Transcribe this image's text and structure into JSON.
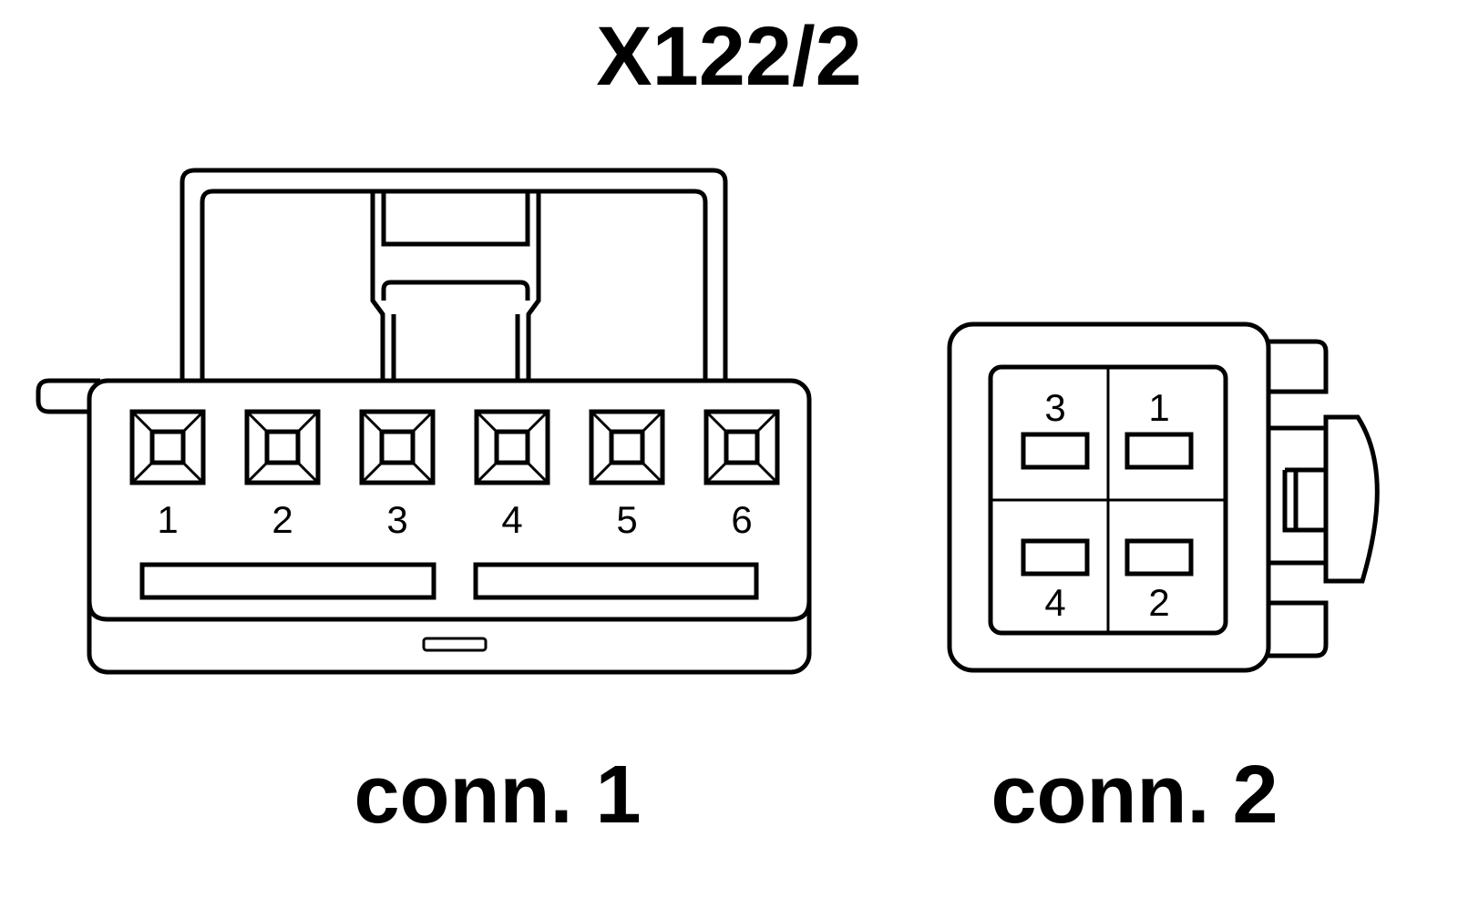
{
  "title": "X122/2",
  "connectors": [
    {
      "label": "conn. 1",
      "pins": [
        "1",
        "2",
        "3",
        "4",
        "5",
        "6"
      ]
    },
    {
      "label": "conn. 2",
      "pins": [
        "3",
        "1",
        "4",
        "2"
      ]
    }
  ],
  "colors": {
    "line": "#000000",
    "background": "#ffffff"
  }
}
